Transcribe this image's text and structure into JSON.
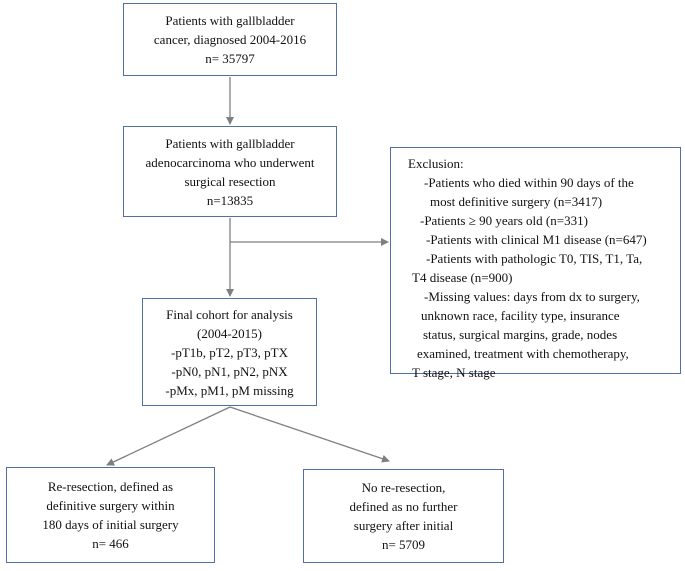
{
  "boxes": {
    "patients_all": [
      "Patients with gallbladder",
      "cancer, diagnosed 2004-2016",
      "n= 35797"
    ],
    "patients_resected": [
      "Patients with gallbladder",
      "adenocarcinoma who underwent",
      "surgical resection",
      "n=13835"
    ],
    "final_cohort": [
      "Final cohort for analysis",
      "(2004-2015)",
      "-pT1b, pT2, pT3, pTX",
      "-pN0, pN1, pN2, pNX",
      "-pMx, pM1, pM missing"
    ],
    "re_resection": [
      "Re-resection, defined as",
      "definitive surgery within",
      "180 days of initial surgery",
      "n= 466"
    ],
    "no_re_resection": [
      "No re-resection,",
      "defined as no further",
      "surgery after initial",
      "n= 5709"
    ],
    "exclusion": [
      "Exclusion:",
      "-Patients who died within 90 days of the",
      "most definitive surgery (n=3417)",
      "-Patients ≥ 90 years old (n=331)",
      "-Patients with clinical M1 disease (n=647)",
      "-Patients with pathologic T0, TIS, T1, Ta,",
      "T4 disease (n=900)",
      "-Missing values: days from dx to surgery,",
      "unknown race, facility type, insurance",
      "status, surgical margins, grade, nodes",
      "examined, treatment with chemotherapy,",
      "T stage, N stage"
    ]
  },
  "colors": {
    "box_border": "#4f6fa6",
    "arrow": "#7f7f7f"
  }
}
